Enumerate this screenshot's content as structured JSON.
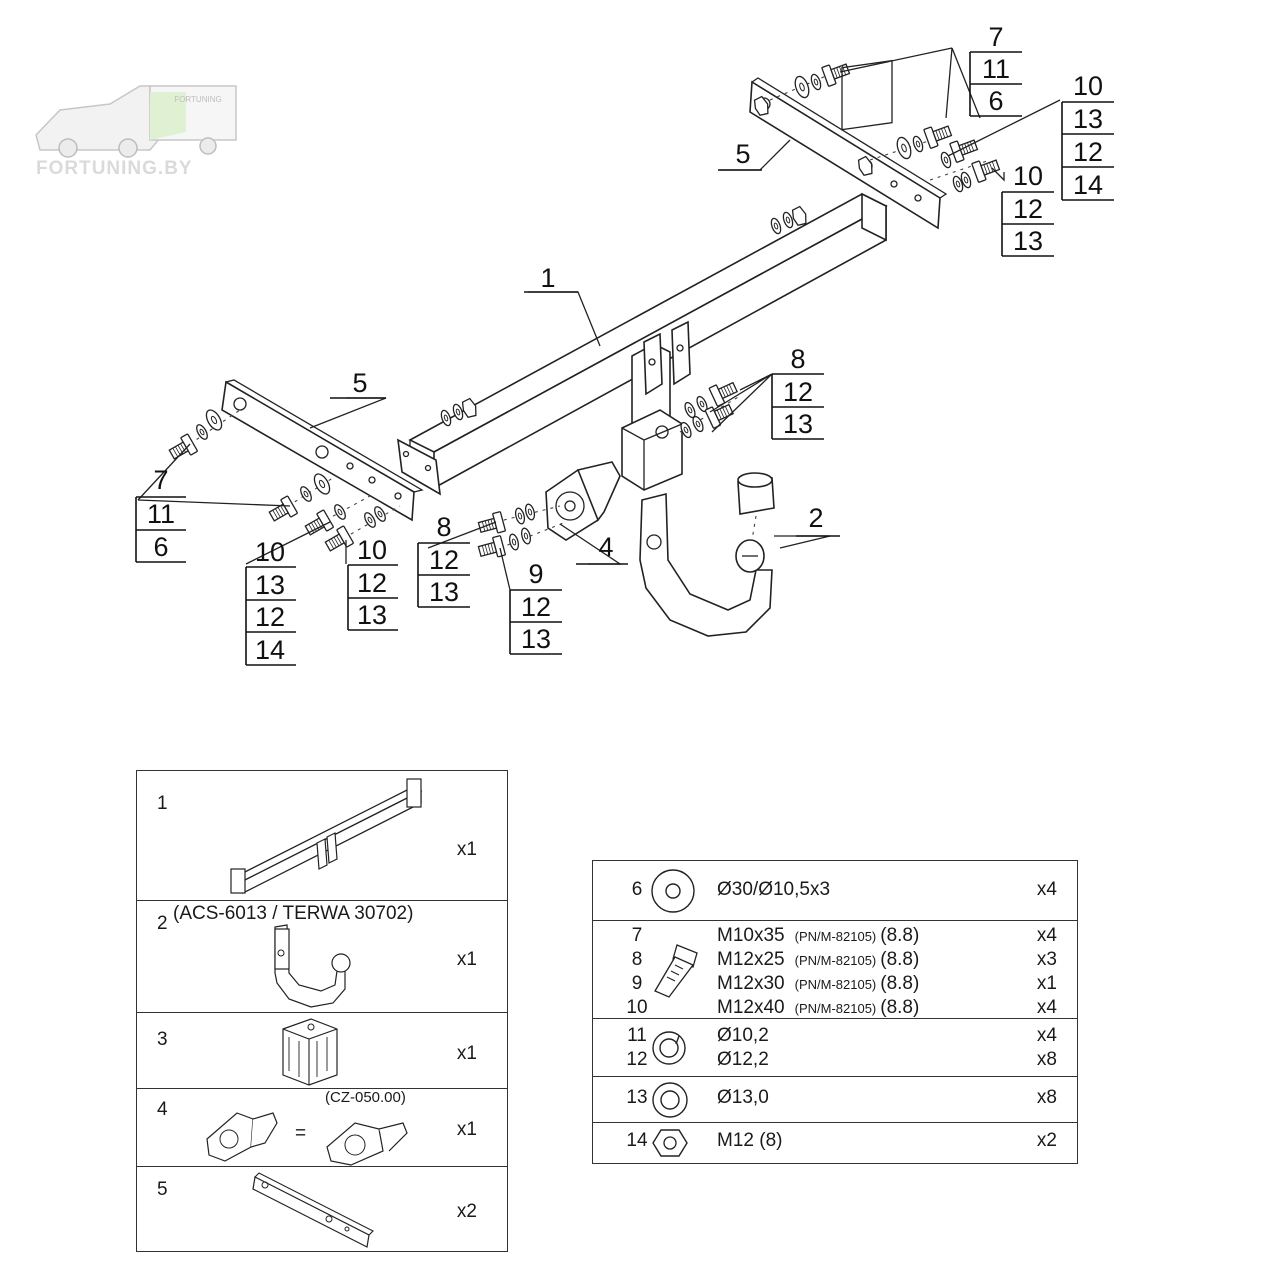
{
  "watermark": {
    "brand": "FORTUNING.BY",
    "trailer_label": "FORTUNING"
  },
  "diagram": {
    "callouts": {
      "top_right_bolt": [
        "7",
        "11",
        "6"
      ],
      "top_right_side_a": [
        "10",
        "13",
        "12",
        "14"
      ],
      "top_right_side_b": [
        "10",
        "12",
        "13"
      ],
      "right_bracket": "5",
      "left_bracket": "5",
      "crossbar": "1",
      "center_right": [
        "8",
        "12",
        "13"
      ],
      "tow_ball": "2",
      "socket_plate": "4",
      "left_bolt": [
        "7",
        "11",
        "6"
      ],
      "left_group_a": [
        "10",
        "13",
        "12",
        "14"
      ],
      "left_group_b": [
        "10",
        "12",
        "13"
      ],
      "center_left": [
        "8",
        "12",
        "13"
      ],
      "bottom_center": [
        "9",
        "12",
        "13"
      ]
    }
  },
  "parts_table": [
    {
      "num": "1",
      "qty": "x1",
      "note": "",
      "icon": "crossbar-icon"
    },
    {
      "num": "2",
      "qty": "x1",
      "note": "(ACS-6013 / TERWA 30702)",
      "icon": "tow-ball-icon"
    },
    {
      "num": "3",
      "qty": "x1",
      "note": "",
      "icon": "mounting-block-icon"
    },
    {
      "num": "4",
      "qty": "x1",
      "note": "(CZ-050.00)",
      "equals": "=",
      "icon": "socket-plate-icon"
    },
    {
      "num": "5",
      "qty": "x2",
      "note": "",
      "icon": "side-bracket-icon"
    }
  ],
  "hardware_table": [
    {
      "icon": "flat-washer-icon",
      "lines": [
        {
          "num": "6",
          "desc": "Ø30/Ø10,5x3",
          "std": "",
          "grade": "",
          "qty": "x4"
        }
      ]
    },
    {
      "icon": "bolt-icon",
      "lines": [
        {
          "num": "7",
          "desc": "M10x35",
          "std": "(PN/M-82105)",
          "grade": "(8.8)",
          "qty": "x4"
        },
        {
          "num": "8",
          "desc": "M12x25",
          "std": "(PN/M-82105)",
          "grade": "(8.8)",
          "qty": "x3"
        },
        {
          "num": "9",
          "desc": "M12x30",
          "std": "(PN/M-82105)",
          "grade": "(8.8)",
          "qty": "x1"
        },
        {
          "num": "10",
          "desc": "M12x40",
          "std": "(PN/M-82105)",
          "grade": "(8.8)",
          "qty": "x4"
        }
      ]
    },
    {
      "icon": "spring-washer-icon",
      "lines": [
        {
          "num": "11",
          "desc": "Ø10,2",
          "std": "",
          "grade": "",
          "qty": "x4"
        },
        {
          "num": "12",
          "desc": "Ø12,2",
          "std": "",
          "grade": "",
          "qty": "x8"
        }
      ]
    },
    {
      "icon": "washer-icon",
      "lines": [
        {
          "num": "13",
          "desc": "Ø13,0",
          "std": "",
          "grade": "",
          "qty": "x8"
        }
      ]
    },
    {
      "icon": "hex-nut-icon",
      "lines": [
        {
          "num": "14",
          "desc": "M12 (8)",
          "std": "",
          "grade": "",
          "qty": "x2"
        }
      ]
    }
  ]
}
